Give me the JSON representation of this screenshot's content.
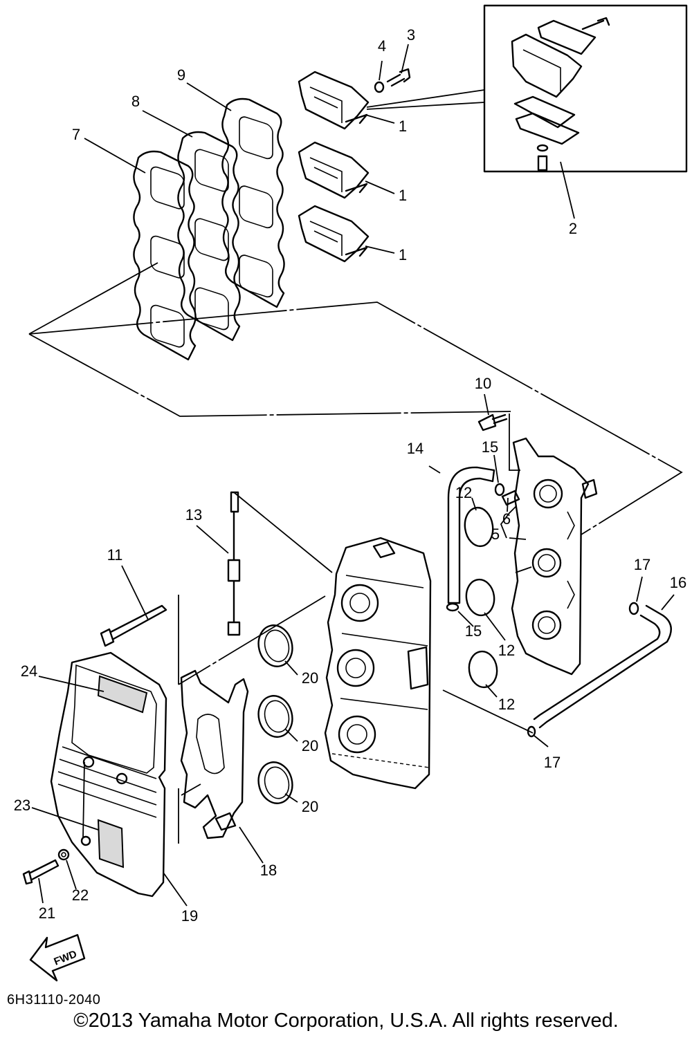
{
  "document": {
    "diagram_code": "6H31110-2040",
    "copyright": "©2013 Yamaha Motor Corporation, U.S.A. All rights reserved.",
    "direction_arrow_label": "FWD"
  },
  "callouts": [
    {
      "id": "c1a",
      "label": "1"
    },
    {
      "id": "c1b",
      "label": "1"
    },
    {
      "id": "c1c",
      "label": "1"
    },
    {
      "id": "c2",
      "label": "2"
    },
    {
      "id": "c3",
      "label": "3"
    },
    {
      "id": "c4",
      "label": "4"
    },
    {
      "id": "c5",
      "label": "5"
    },
    {
      "id": "c6",
      "label": "6"
    },
    {
      "id": "c7",
      "label": "7"
    },
    {
      "id": "c8",
      "label": "8"
    },
    {
      "id": "c9",
      "label": "9"
    },
    {
      "id": "c10",
      "label": "10"
    },
    {
      "id": "c11",
      "label": "11"
    },
    {
      "id": "c12a",
      "label": "12"
    },
    {
      "id": "c12b",
      "label": "12"
    },
    {
      "id": "c12c",
      "label": "12"
    },
    {
      "id": "c13",
      "label": "13"
    },
    {
      "id": "c14",
      "label": "14"
    },
    {
      "id": "c15a",
      "label": "15"
    },
    {
      "id": "c15b",
      "label": "15"
    },
    {
      "id": "c16",
      "label": "16"
    },
    {
      "id": "c17a",
      "label": "17"
    },
    {
      "id": "c17b",
      "label": "17"
    },
    {
      "id": "c18",
      "label": "18"
    },
    {
      "id": "c19",
      "label": "19"
    },
    {
      "id": "c20a",
      "label": "20"
    },
    {
      "id": "c20b",
      "label": "20"
    },
    {
      "id": "c20c",
      "label": "20"
    },
    {
      "id": "c21",
      "label": "21"
    },
    {
      "id": "c22",
      "label": "22"
    },
    {
      "id": "c23",
      "label": "23"
    },
    {
      "id": "c24",
      "label": "24"
    }
  ]
}
